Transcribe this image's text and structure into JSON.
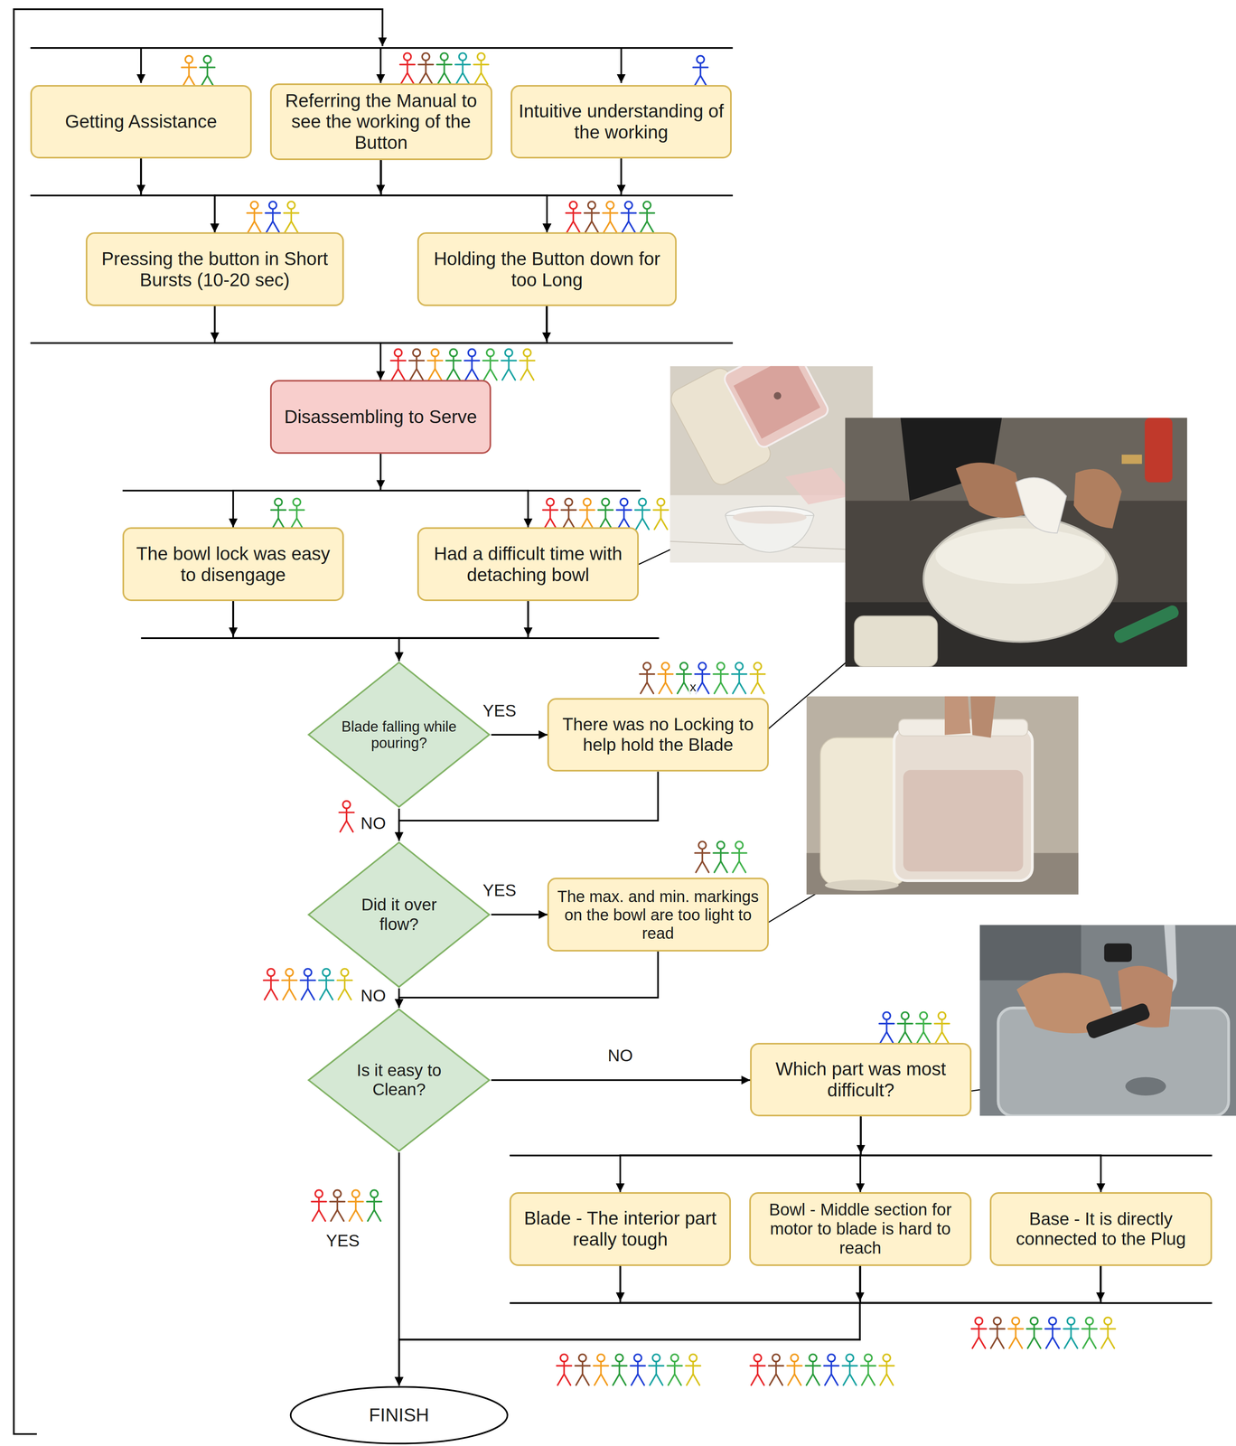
{
  "diagram": {
    "nodes": [
      {
        "text": [
          "Getting Assistance"
        ]
      },
      {
        "text": [
          "Referring the Manual to see the working of the Button"
        ]
      },
      {
        "text": [
          "Intuitive understanding of the working"
        ]
      },
      {
        "text": [
          "Pressing the button in Short Bursts (10-20 sec)"
        ]
      },
      {
        "text": [
          "Holding the Button down for too Long"
        ]
      },
      {
        "text": [
          "Disassembling to Serve"
        ]
      },
      {
        "text": [
          "The bowl lock was easy to disengage"
        ]
      },
      {
        "text": [
          "Had a difficult time with detaching bowl"
        ]
      },
      {
        "text": [
          "Blade falling while pouring?"
        ]
      },
      {
        "text": [
          "There was no Locking to help hold the Blade"
        ]
      },
      {
        "text": [
          "Did it over flow?"
        ]
      },
      {
        "text": [
          "The max. and min. markings on the bowl are too light to read"
        ]
      },
      {
        "text": [
          "Is it easy to Clean?"
        ]
      },
      {
        "text": [
          "Which part was most difficult?"
        ]
      },
      {
        "text": [
          "Blade - The interior part really tough"
        ]
      },
      {
        "text": [
          "Bowl - Middle section for motor to blade is hard to reach"
        ]
      },
      {
        "text": [
          "Base - It is directly connected to the Plug"
        ]
      },
      {
        "text": [
          "FINISH"
        ]
      }
    ],
    "edges": [
      {
        "from": 0,
        "to": 3,
        "arrow": "to"
      },
      {
        "from": 0,
        "to": 4,
        "arrow": "to"
      },
      {
        "from": 1,
        "to": 3,
        "arrow": "to"
      },
      {
        "from": 1,
        "to": 4,
        "arrow": "to"
      },
      {
        "from": 2,
        "to": 3,
        "arrow": "to"
      },
      {
        "from": 2,
        "to": 4,
        "arrow": "to"
      },
      {
        "from": 3,
        "to": 5,
        "arrow": "to"
      },
      {
        "from": 4,
        "to": 5,
        "arrow": "to"
      },
      {
        "from": 5,
        "to": 6,
        "arrow": "to"
      },
      {
        "from": 5,
        "to": 7,
        "arrow": "to"
      },
      {
        "from": 6,
        "to": 8,
        "arrow": "to"
      },
      {
        "from": 7,
        "to": 8,
        "arrow": "to"
      },
      {
        "from": 8,
        "to": 9,
        "label": "YES",
        "arrow": "to"
      },
      {
        "from": 8,
        "to": 10,
        "label": "NO",
        "arrow": "to"
      },
      {
        "from": 9,
        "to": 10,
        "arrow": "to"
      },
      {
        "from": 10,
        "to": 11,
        "label": "YES",
        "arrow": "to"
      },
      {
        "from": 10,
        "to": 12,
        "label": "NO",
        "arrow": "to"
      },
      {
        "from": 11,
        "to": 12,
        "arrow": "to"
      },
      {
        "from": 12,
        "to": 13,
        "label": "NO",
        "arrow": "to"
      },
      {
        "from": 12,
        "to": 17,
        "label": "YES",
        "arrow": "to"
      },
      {
        "from": 13,
        "to": 14,
        "arrow": "to"
      },
      {
        "from": 13,
        "to": 15,
        "arrow": "to"
      },
      {
        "from": 13,
        "to": 16,
        "arrow": "to"
      },
      {
        "from": 14,
        "to": 17,
        "arrow": "to"
      },
      {
        "from": 15,
        "to": 17,
        "arrow": "to"
      },
      {
        "from": 16,
        "to": 17,
        "arrow": "to"
      }
    ],
    "labels": [
      "x"
    ]
  }
}
